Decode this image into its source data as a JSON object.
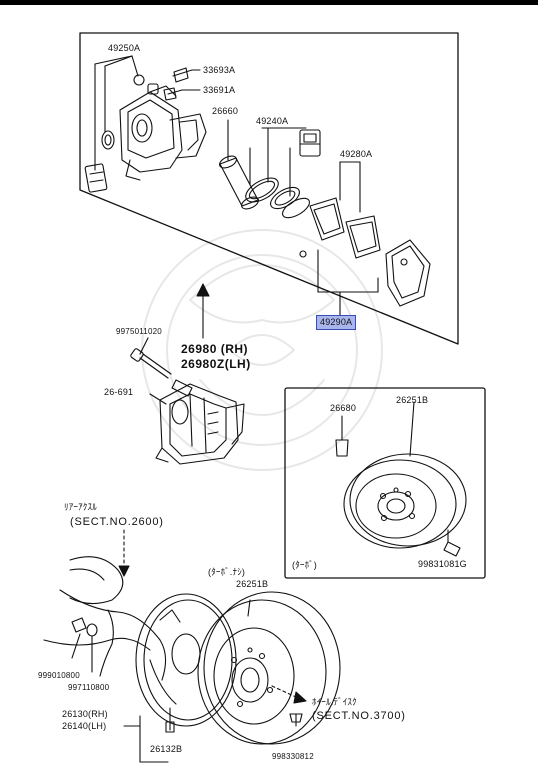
{
  "header": {
    "rule_color": "#000000"
  },
  "colors": {
    "ink": "#111111",
    "highlight_fill": "#a9b6ee",
    "highlight_border": "#3a4cb8"
  },
  "parts": {
    "p49250A": "49250A",
    "p33693A": "33693A",
    "p33691A": "33691A",
    "p26660": "26660",
    "p49240A": "49240A",
    "p49280A": "49280A",
    "p49290A": "49290A",
    "p9975011020": "9975011020",
    "p26980": "26980  (RH)",
    "p26980Z": "26980Z(LH)",
    "p26691": "26-691",
    "p26680": "26680",
    "p26251B_top": "26251B",
    "p99831081G": "99831081G",
    "p26251B_bottom": "26251B",
    "p999010800": "999010800",
    "p997110800": "997110800",
    "p26130": "26130(RH)",
    "p26140": "26140(LH)",
    "p26132B": "26132B",
    "p998330812": "998330812"
  },
  "notes": {
    "rear_axle_jp": "ﾘｱｰｱｸｽﾙ",
    "rear_axle_sect": "(SECT.NO.2600)",
    "turbo_inset": "(ﾀｰﾎﾞ)",
    "non_turbo": "(ﾀｰﾎﾞ.ﾅｼ)",
    "wheel_disc_jp": "ﾎｲｰﾙ.ﾃﾞｲｽｸ",
    "wheel_disc_sect": "(SECT.NO.3700)"
  }
}
